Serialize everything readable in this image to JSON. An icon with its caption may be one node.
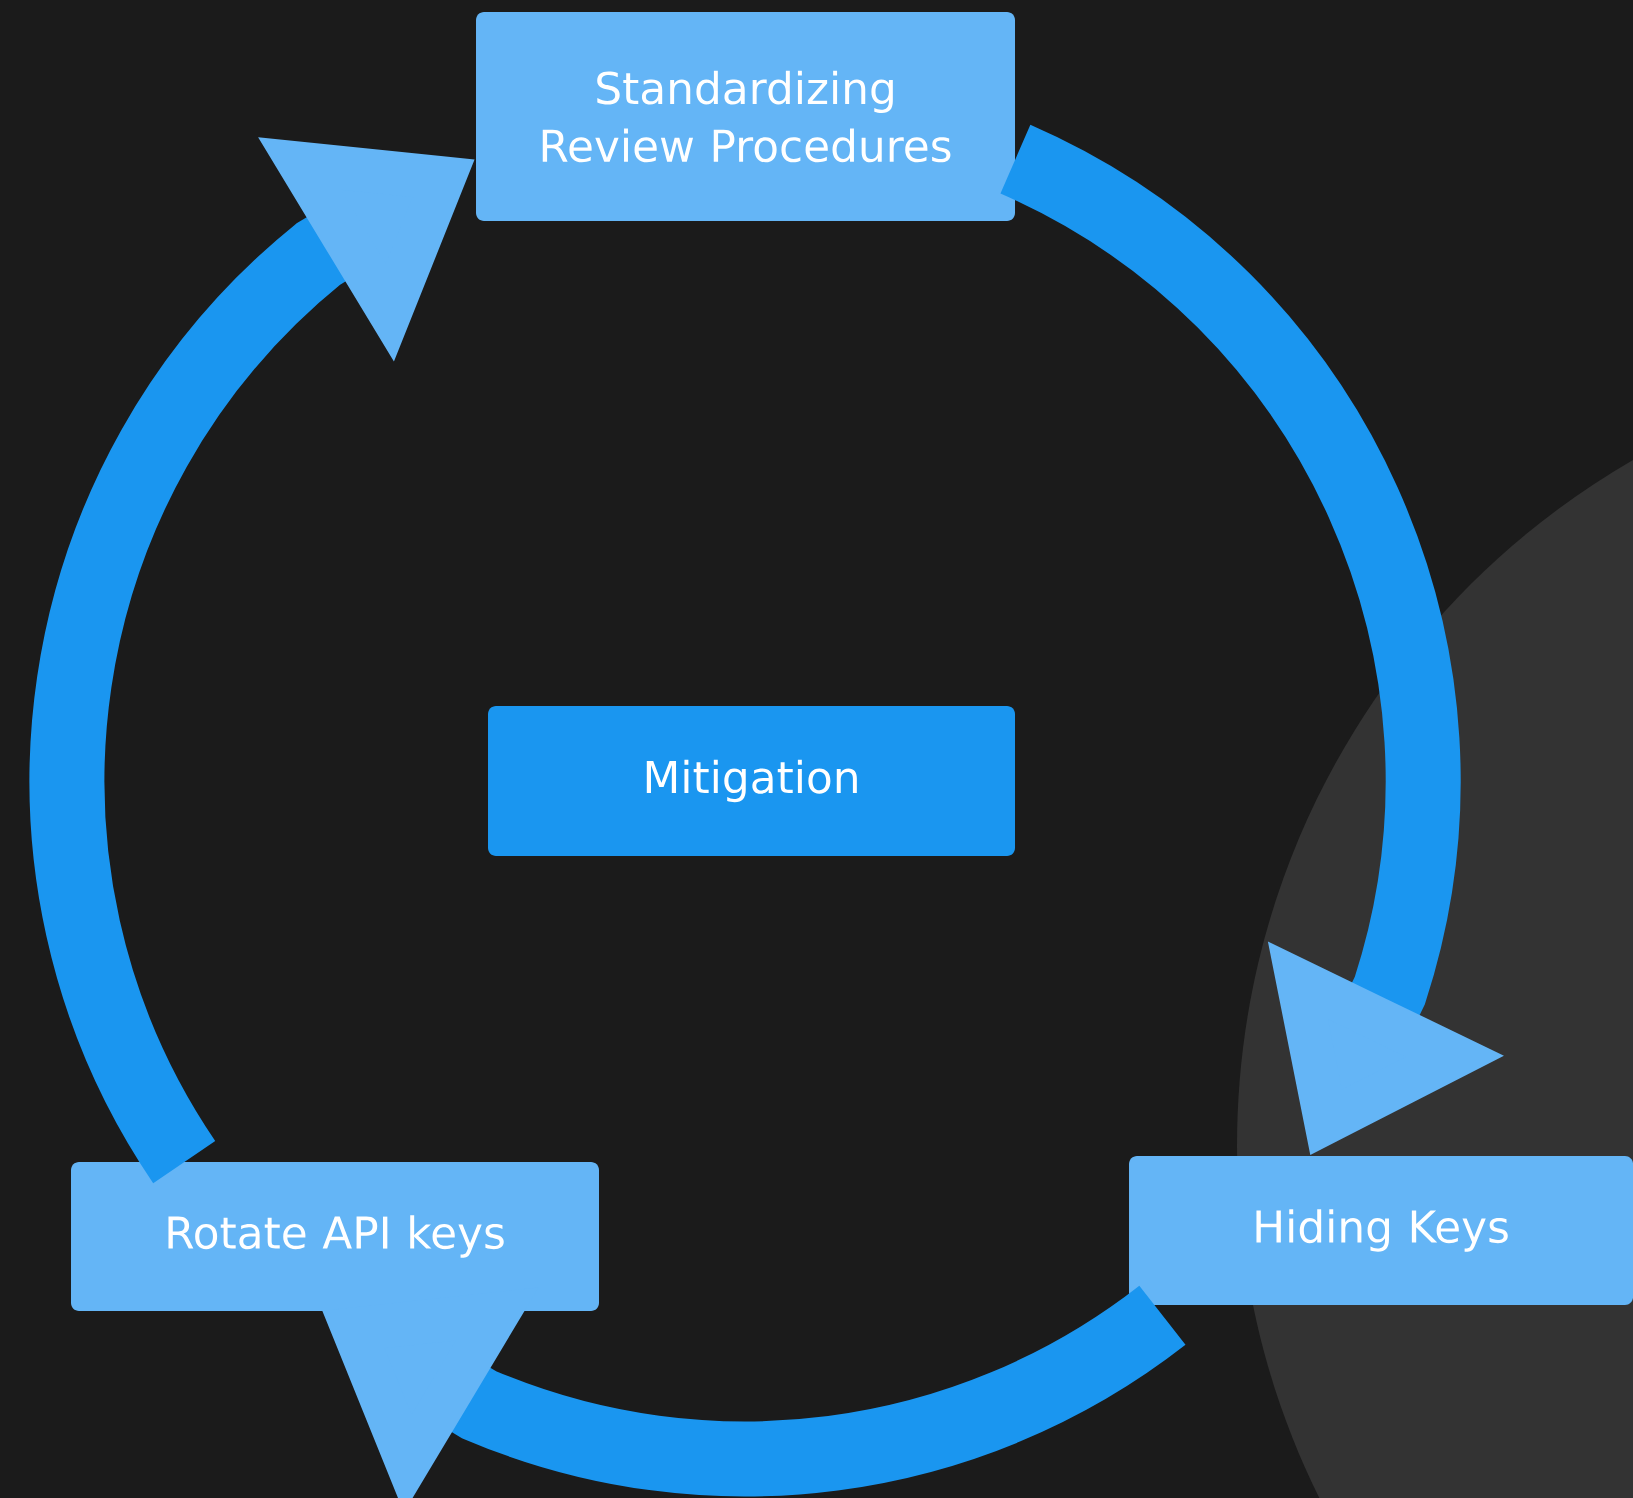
{
  "diagram": {
    "nodes": [
      {
        "text": [
          "Standardizing Review Procedures"
        ]
      },
      {
        "text": [
          "Mitigation"
        ]
      },
      {
        "text": [
          "Hiding Keys"
        ]
      },
      {
        "text": [
          "Rotate API keys"
        ]
      }
    ],
    "edges": [
      {
        "from": 0,
        "to": 2,
        "arrow": "to"
      },
      {
        "from": 2,
        "to": 3,
        "arrow": "to"
      },
      {
        "from": 3,
        "to": 0,
        "arrow": "to"
      }
    ]
  }
}
